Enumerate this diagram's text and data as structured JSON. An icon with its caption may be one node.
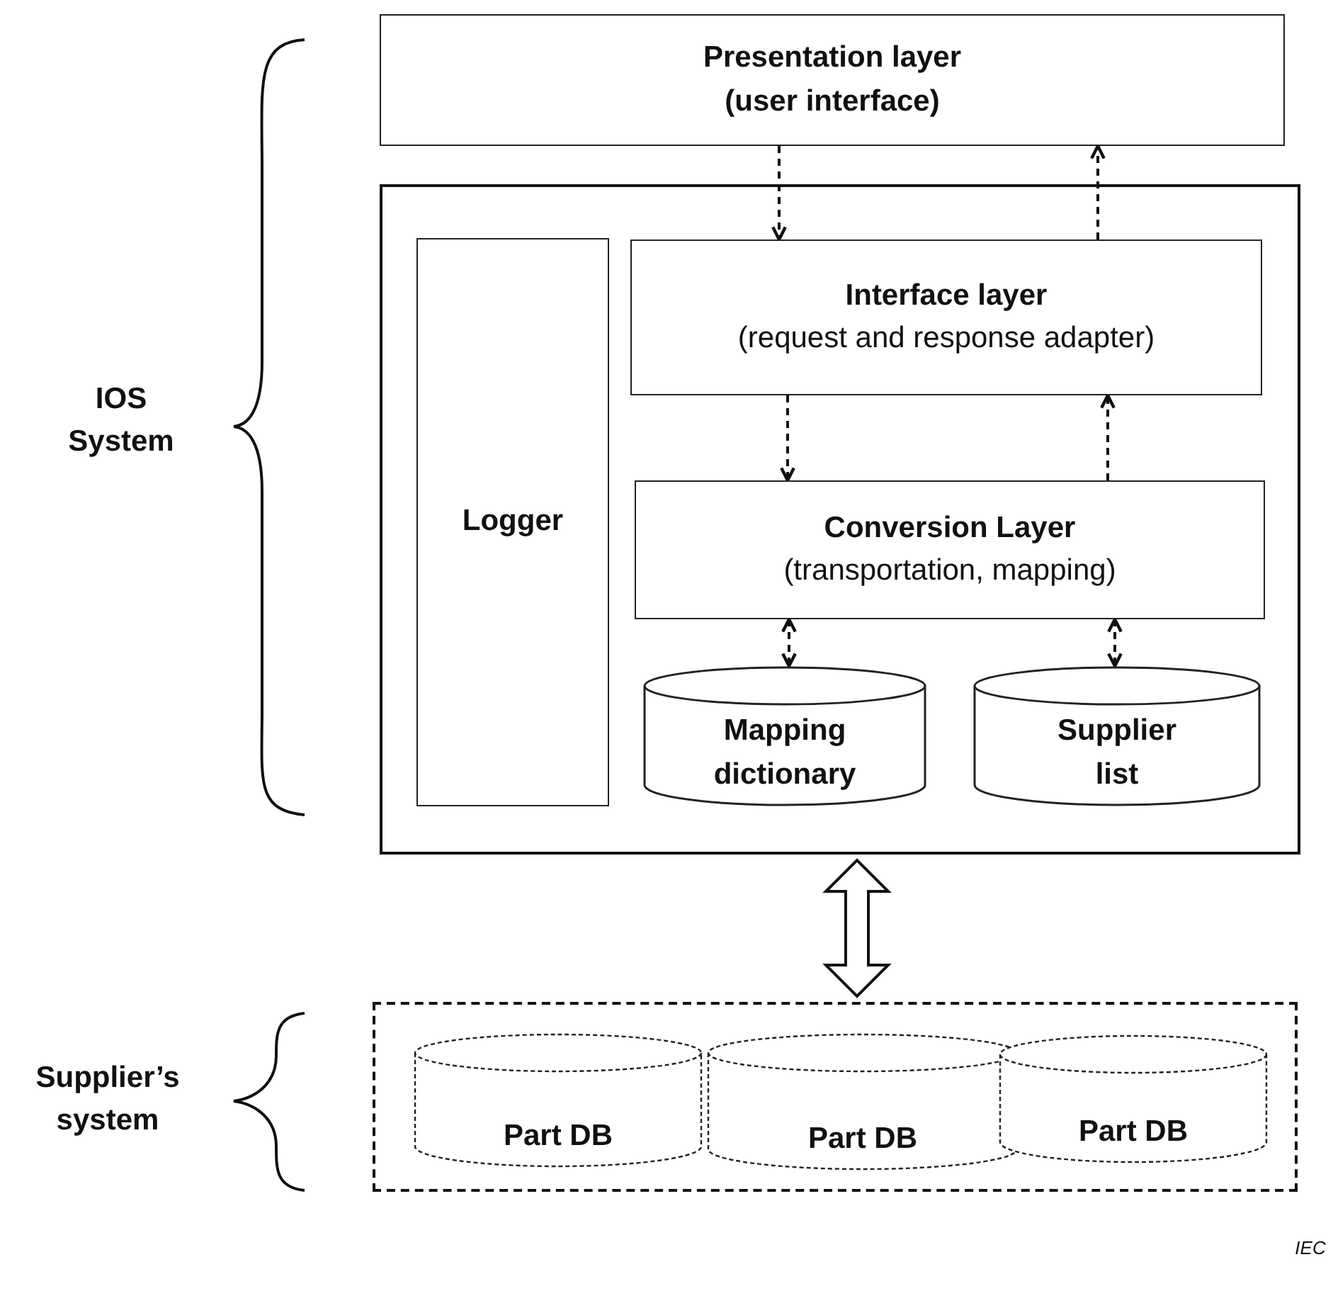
{
  "diagram": {
    "nodes": [
      {
        "text": [
          "Presentation layer (user interface)"
        ]
      },
      {
        "text": [],
        "shape": "box"
      },
      {
        "text": [
          "Logger"
        ],
        "in": 1
      },
      {
        "text": [
          "Interface layer",
          "(request and response adapter)"
        ],
        "in": 1
      },
      {
        "text": [
          "Conversion Layer",
          "(transportation, mapping)"
        ],
        "in": 1
      },
      {
        "text": [
          "Mapping dictionary"
        ],
        "in": 1
      },
      {
        "text": [
          "Supplier list"
        ],
        "in": 1
      },
      {
        "text": [],
        "shape": "box"
      },
      {
        "text": [
          "Part DB"
        ],
        "in": 7
      },
      {
        "text": [
          "Part DB"
        ],
        "in": 7
      },
      {
        "text": [
          "Part DB"
        ],
        "in": 7
      }
    ],
    "edges": [
      {
        "from": 0,
        "to": 3,
        "arrow": "to",
        "style": "dashed"
      },
      {
        "from": 3,
        "to": 0,
        "arrow": "to",
        "style": "dashed"
      },
      {
        "from": 3,
        "to": 4,
        "arrow": "to",
        "style": "dashed"
      },
      {
        "from": 4,
        "to": 3,
        "arrow": "to",
        "style": "dashed"
      },
      {
        "from": 4,
        "to": 5,
        "arrow": "both",
        "style": "dashed"
      },
      {
        "from": 4,
        "to": 6,
        "arrow": "both",
        "style": "dashed"
      },
      {
        "from": 1,
        "to": 7,
        "arrow": "both",
        "style": "thick"
      }
    ],
    "labels": [
      "IOS System",
      "Supplier’s system",
      "IEC"
    ]
  }
}
